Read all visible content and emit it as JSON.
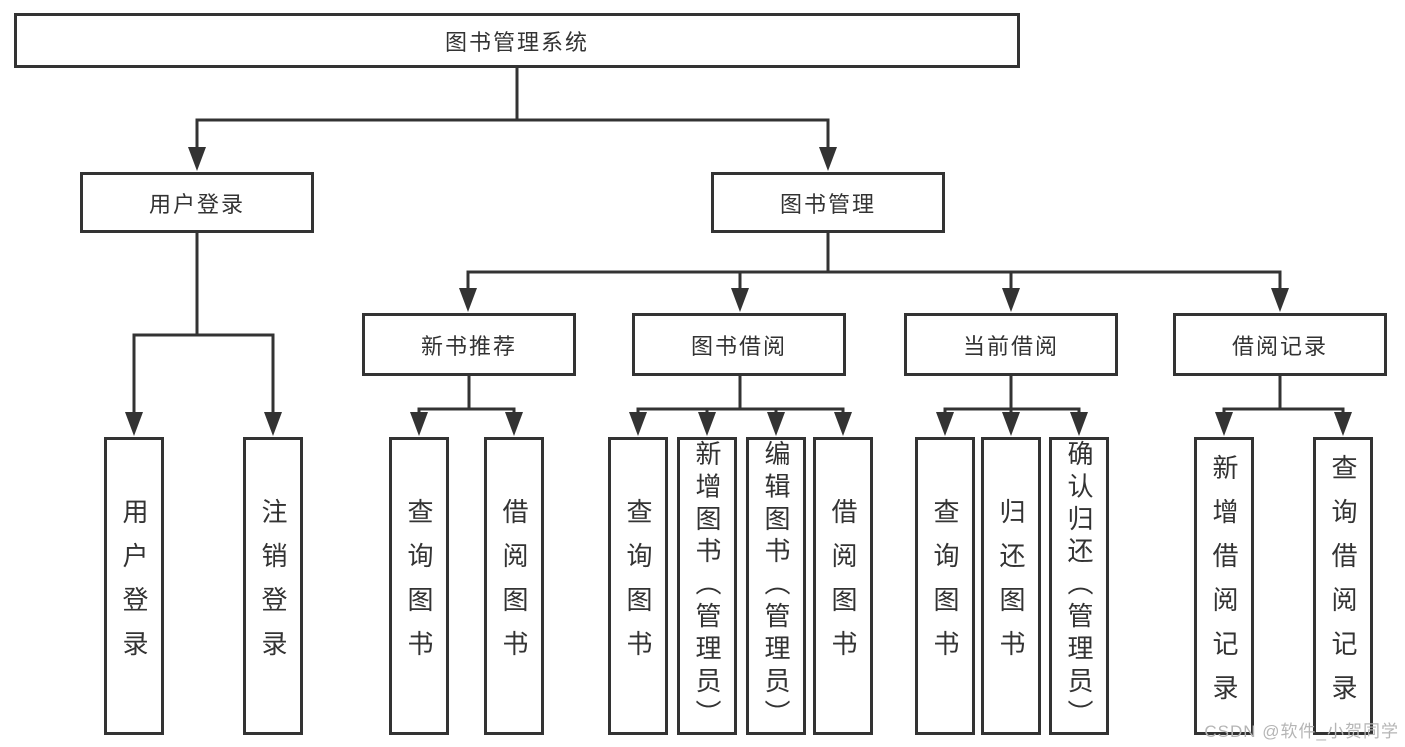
{
  "diagram": {
    "root": {
      "label": "图书管理系统"
    },
    "branches": [
      {
        "label": "用户登录",
        "children": [
          {
            "label": "用户登录"
          },
          {
            "label": "注销登录"
          }
        ]
      },
      {
        "label": "图书管理",
        "children": [
          {
            "label": "新书推荐",
            "children": [
              {
                "label": "查询图书"
              },
              {
                "label": "借阅图书"
              }
            ]
          },
          {
            "label": "图书借阅",
            "children": [
              {
                "label": "查询图书"
              },
              {
                "label": "新增图书（管理员）"
              },
              {
                "label": "编辑图书（管理员）"
              },
              {
                "label": "借阅图书"
              }
            ]
          },
          {
            "label": "当前借阅",
            "children": [
              {
                "label": "查询图书"
              },
              {
                "label": "归还图书"
              },
              {
                "label": "确认归还（管理员）"
              }
            ]
          },
          {
            "label": "借阅记录",
            "children": [
              {
                "label": "新增借阅记录"
              },
              {
                "label": "查询借阅记录"
              }
            ]
          }
        ]
      }
    ]
  },
  "watermark": {
    "text": "CSDN @软件_小贺同学"
  },
  "colors": {
    "line": "#333333",
    "box_border": "#333333",
    "text": "#333333",
    "watermark": "#b5b5b5",
    "background": "#ffffff"
  }
}
